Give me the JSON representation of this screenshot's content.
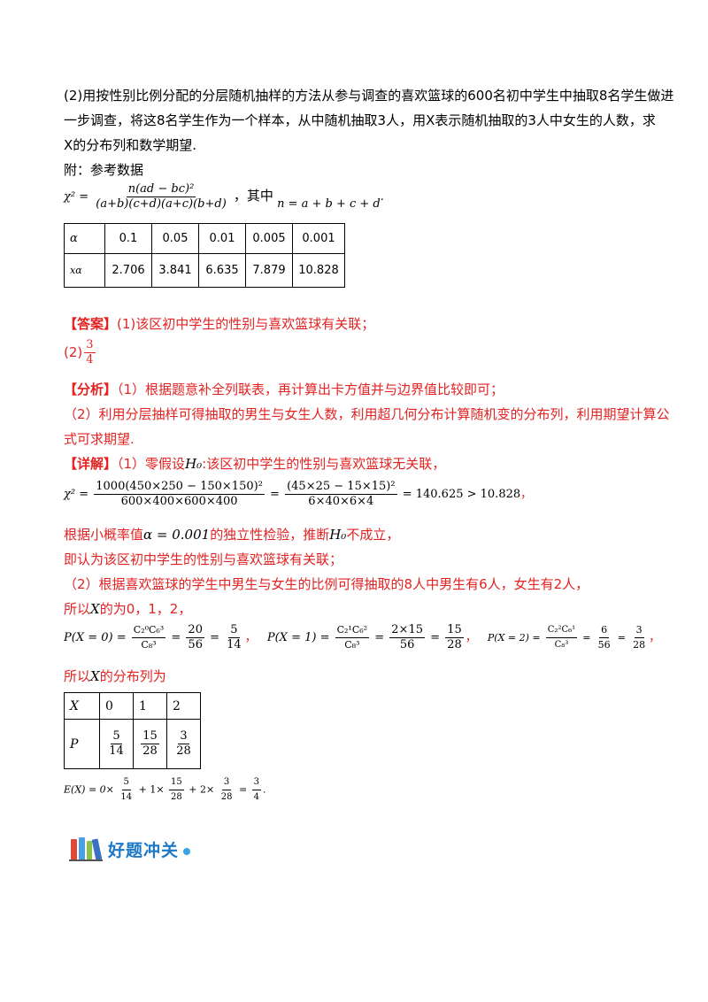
{
  "problem": {
    "line1": "(2)用按性别比例分配的分层随机抽样的方法从参与调查的喜欢篮球的600名初中学生中抽取8名学生做进",
    "line2": "一步调查，将这8名学生作为一个样本，从中随机抽取3人，用X表示随机抽取的3人中女生的人数，求",
    "line3": "X的分布列和数学期望.",
    "ref_title": "附：参考数据",
    "formula_lhs": "χ² =",
    "formula_num": "n(ad − bc)²",
    "formula_den": "(a+b)(c+d)(a+c)(b+d)",
    "formula_where": "，其中",
    "formula_n": "n = a + b + c + d",
    "formula_end": "."
  },
  "ref_table": {
    "row1": [
      "α",
      "0.1",
      "0.05",
      "0.01",
      "0.005",
      "0.001"
    ],
    "row2": [
      "xα",
      "2.706",
      "3.841",
      "6.635",
      "7.879",
      "10.828"
    ]
  },
  "answer": {
    "label": "【答案】",
    "part1": "(1)该区初中学生的性别与喜欢篮球有关联；",
    "part2_prefix": "(2)",
    "part2_num": "3",
    "part2_den": "4"
  },
  "analysis": {
    "label": "【分析】",
    "line1": "（1）根据题意补全列联表，再计算出卡方值并与边界值比较即可；",
    "line2": "（2）利用分层抽样可得抽取的男生与女生人数，利用超几何分布计算随机变的分布列，利用期望计算公",
    "line3": "式可求期望."
  },
  "detail": {
    "label": "【详解】",
    "line1_a": "（1）零假设",
    "line1_h": "H₀",
    "line1_b": ":该区初中学生的性别与喜欢篮球无关联，",
    "chi_lhs": "χ² =",
    "chi_num1": "1000(450×250 − 150×150)²",
    "chi_den1": "600×400×600×400",
    "chi_eq": "=",
    "chi_num2": "(45×25 − 15×15)²",
    "chi_den2": "6×40×6×4",
    "chi_result": "= 140.625 > 10.828",
    "chi_end": "，",
    "line3_a": "根据小概率值",
    "line3_alpha": "α = 0.001",
    "line3_b": "的独立性检验，推断",
    "line3_h": "H₀",
    "line3_c": "不成立，",
    "line4": "即认为该区初中学生的性别与喜欢篮球有关联；",
    "line5": "（2）根据喜欢篮球的学生中男生与女生的比例可得抽取的8人中男生有6人，女生有2人，",
    "line6_a": "所以",
    "line6_x": "X",
    "line6_b": "的为0，1，2，",
    "p0_lhs": "P(X = 0) =",
    "p0_num": "C₂⁰C₆³",
    "p0_den": "C₈³",
    "p0_mid_num": "20",
    "p0_mid_den": "56",
    "p0_res_num": "5",
    "p0_res_den": "14",
    "p1_lhs": "P(X = 1) =",
    "p1_num": "C₂¹C₆²",
    "p1_den": "C₈³",
    "p1_mid_num": "2×15",
    "p1_mid_den": "56",
    "p1_res_num": "15",
    "p1_res_den": "28",
    "p2_lhs": "P(X = 2) =",
    "p2_num": "C₂²C₆¹",
    "p2_den": "C₈³",
    "p2_mid_num": "6",
    "p2_mid_den": "56",
    "p2_res_num": "3",
    "p2_res_den": "28",
    "sep": "，",
    "line8_a": "所以",
    "line8_x": "X",
    "line8_b": "的分布列为"
  },
  "dist_table": {
    "x_label": "X",
    "x_values": [
      "0",
      "1",
      "2"
    ],
    "p_label": "P",
    "p_values": [
      {
        "num": "5",
        "den": "14"
      },
      {
        "num": "15",
        "den": "28"
      },
      {
        "num": "3",
        "den": "28"
      }
    ]
  },
  "expectation": {
    "lhs": "E(X) = 0×",
    "f1_num": "5",
    "f1_den": "14",
    "plus1": "+ 1×",
    "f2_num": "15",
    "f2_den": "28",
    "plus2": "+ 2×",
    "f3_num": "3",
    "f3_den": "28",
    "eq": "=",
    "f4_num": "3",
    "f4_den": "4",
    "end": "."
  },
  "logo": {
    "text": "好题冲关",
    "book_colors": [
      "#e0483a",
      "#4aa0e0",
      "#8bc34a",
      "#3b6fc4"
    ]
  }
}
